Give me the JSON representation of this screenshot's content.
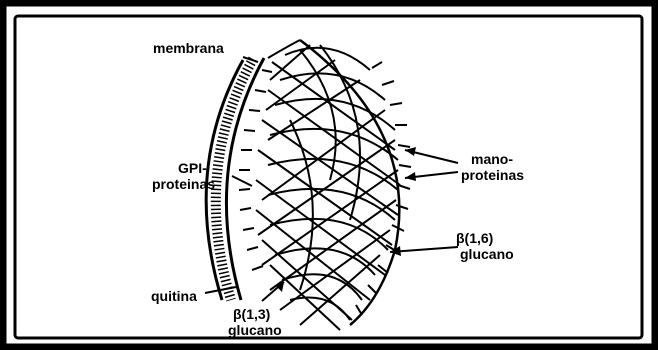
{
  "labels": {
    "membrana": "membrana",
    "gpi_line1": "GPI-",
    "gpi_line2": "proteinas",
    "mano_line1": "mano-",
    "mano_line2": "proteinas",
    "beta16_line1": "β(1,6)",
    "beta16_line2": "glucano",
    "quitina": "quitina",
    "beta13_line1": "β(1,3)",
    "beta13_line2": "glucano"
  },
  "colors": {
    "ink": "#000000",
    "background": "#ffffff"
  }
}
